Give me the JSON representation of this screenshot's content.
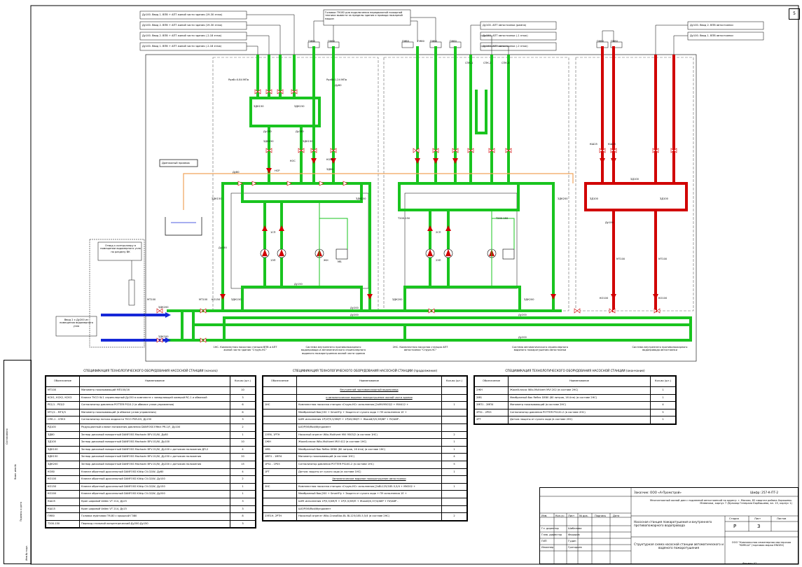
{
  "page_number": "5",
  "top_left_labels": [
    "Ду100. Ввод 1. ВПВ + АПТ жилой части здания (19-30 этаж)",
    "Ду100. Ввод 2. ВПВ + АПТ жилой части здания (19-30 этаж)",
    "Ду100. Ввод 2. ВПВ + АПТ жилой части здания (-2-18 этаж)",
    "Ду100. Ввод 1. ВПВ + АПТ жилой части здания (-2-18 этаж)"
  ],
  "center_note": "Головки ГМ-80 для подключения передвижной пожарной техники вывести за пределы здания и провода пожарной машин",
  "top_right_labels": [
    "Ду100. АПТ автостоянки (рампа)",
    "Ду150. АПТ автостоянки (-1 этаж)",
    "Ду150. АПТ автостоянки (-2 этаж)"
  ],
  "far_right_labels": [
    "Ду100. Ввод 2. ВПВ автостоянки",
    "Ду100. Ввод 1. ВПВ автостоянки"
  ],
  "drain_label": "Дренажный приямок",
  "outflow_note": "Отвод к контроллеру в помещении водомерного узла по разделу ВК",
  "inlet_note": "Ввод 2 х Ду200 из помещения водомерного узла",
  "pressure_labels": [
    "Рраб=0.84 МПа",
    "Рраб=1.24 МПа"
  ],
  "captions": [
    "1НС. Комплектная насосная станция ВПВ и АПТ жилой части здания \"Струм-НС\"",
    "Система внутреннего противопожарного водопровода и автоматического спринклерного водяного пожаротушения жилой части здания",
    "2НС. Комплектная насосная станция АПТ автостоянки \"Струм-НС\"",
    "Система автоматического спринклерного водяного пожаротушения автостоянки",
    "Система внутреннего противопожарного водопровода автостоянки"
  ],
  "pipe_labels": [
    "ЗДК150",
    "ЗДК150",
    "Ду150",
    "Ду150",
    "ЗДК150",
    "ЗДК150",
    "КОС",
    "НСР",
    "Ду80",
    "Ду200",
    "Ду200",
    "Ду200",
    "Ду200",
    "Ду150",
    "МТ100",
    "МТ100",
    "КО150",
    "ЗДК150",
    "ЗДК200",
    "ЗДК200",
    "ЗДК200",
    "ЗДК150",
    "Ду150",
    "КО80",
    "ЗД80",
    "Ду80",
    "ЗДК150",
    "МТ100",
    "МТ100",
    "КО100",
    "КО100",
    "ЗД100",
    "ЗД100",
    "ЗД100",
    "Ду100",
    "КШ25",
    "КШ25",
    "ЗДК200",
    "ЗДК200",
    "Т200-150",
    "Т200-150",
    "1СП",
    "2СП",
    "1ЭП",
    "2ЭП",
    "ЖН",
    "МБ",
    "ГМ80",
    "ГМ80",
    "ГМ80",
    "ГМ80",
    "ГМ80",
    "ГМ80",
    "ГМ80",
    "ГМ80",
    "СПК-1",
    "СПК-2",
    "СПК-3"
  ],
  "colors": {
    "green": "#19c41f",
    "red": "#d10000",
    "blue": "#1628d8",
    "orange": "#f0a45a",
    "black": "#000000"
  },
  "spec1": {
    "title": "СПЕЦИФИКАЦИЯ ТЕХНОЛОГИЧЕСКОГО ОБОРУДОВАНИЯ НАСОСНОЙ СТАНЦИИ (начало)",
    "headers": [
      "Обозначение",
      "Наименование",
      "Кол-во (шт.)"
    ],
    "rows": [
      [
        "МТ100",
        "Манометр показывающий МП100/16",
        "10"
      ],
      [
        "КСК1, КСК2, КСК3",
        "Клапан ТУСО W-1 спринклерный Ду150 в комплекте с замедляющей камерой RC-1 и обвязкой",
        "3"
      ],
      [
        "PS1/1 - PS3/2",
        "Сигнализатор давления POTTER PS10-2 (в обвязке узлов управления)",
        "6"
      ],
      [
        "МТ1/1 - МТ3/3",
        "Манометр показывающий (в обвязке узлов управления)",
        "6"
      ],
      [
        "СПК-1 - СПК3",
        "Сигнализатор потока жидкости ТУСО PSR-D3, Ду150",
        "3"
      ],
      [
        "РД100",
        "Редукционный клапан понижения давления DANFOSS Effect PR-1/F, Ду100",
        "2"
      ],
      [
        "ЗД80",
        "Затвор дисковый поворотный DANFOSS Machazin BFV-01/W, Ду80",
        "1"
      ],
      [
        "ЗД100",
        "Затвор дисковый поворотный DANFOSS Machazin BFV-01/W, Ду100",
        "10"
      ],
      [
        "ЗДК100",
        "Затвор дисковый поворотный DANFOSS Machazin BFV-01/W, Ду100 с датчиком положения ДП-2",
        "4"
      ],
      [
        "ЗДК150",
        "Затвор дисковый поворотный DANFOSS Machazin BFV-01/W, Ду150 с датчиком положения",
        "20"
      ],
      [
        "ЗДК200",
        "Затвор дисковый поворотный DANFOSS Machazin BFV-01/W, Ду200 с датчиком положения",
        "15"
      ],
      [
        "КО80",
        "Клапан обратный дроссельный DANFOSS Klikip CV-02/W, Ду80",
        "4"
      ],
      [
        "КО100",
        "Клапан обратный дроссельный DANFOSS Klikip CV-02/W, Ду100",
        "2"
      ],
      [
        "КО150",
        "Клапан обратный дроссельный DANFOSS Klikip CV-02/W, Ду150",
        "1"
      ],
      [
        "КО200",
        "Клапан обратный дроссельный DANFOSS Klikip CV-02/W, Ду200",
        "1"
      ],
      [
        "КШ25",
        "Кран шаровой Valtec VT 214, Ду25",
        "3"
      ],
      [
        "КШ15",
        "Кран шаровой Valtec VT 214, Ду15",
        "3"
      ],
      [
        "ГМ80",
        "Головка муфтовая ГМ-80 с крышкой ГЗ80",
        "8"
      ],
      [
        "Т200-150",
        "Переход стальной концентрический Ду200-Ду150",
        "3"
      ]
    ]
  },
  "spec2": {
    "title": "СПЕЦИФИКАЦИЯ ТЕХНОЛОГИЧЕСКОГО ОБОРУДОВАНИЯ НАСОСНОЙ СТАНЦИИ (продолжение)",
    "headers": [
      "Обозначение",
      "Наименование",
      "Кол-во (шт.)"
    ],
    "rows": [
      [
        "",
        "Внутренний противопожарный водопровод",
        ""
      ],
      [
        "",
        "и автоматическое водяное пожаротушение жилой части здания",
        ""
      ],
      [
        "1НС",
        "Комплектная насосная станция «Струм-НС» исполнения [2xMVI9503/2 + MVI412 +",
        "1"
      ],
      [
        "",
        "Мембранный бак(150 + SmartFly + Защита от сухого хода + ПУ исполнения 1Е +",
        ""
      ],
      [
        "",
        "ШУК исполнения 1Р/1Р/5,5/3М/П + 1Р/45/3М/П + Жокей/3/5,5М/ВР + ПУ/АВР -",
        ""
      ],
      [
        "",
        "ШЛ/Р/56/Rod/Фундамент",
        ""
      ],
      [
        "1ЭП6, 1РТН",
        "Насосный агрегат Wilo-Multivert MVI 9503/2 (в составе 1НС)",
        "2"
      ],
      [
        "1ЖН",
        "Жокей-насос Wilo-Multivert MVI 412 (в составе 1НС)",
        "1"
      ],
      [
        "1МБ",
        "Мембранный бак Reflex DE80 (80 литров, 16 Атм) (в составе 1НС)",
        "1"
      ],
      [
        "1МП1 - 1МП4",
        "Манометр показывающий (в составе 1НС)",
        "4"
      ],
      [
        "1PS1 - 1PS5",
        "Сигнализатор давления POTTER PS100-2 (в составе 1НС)",
        "5"
      ],
      [
        "1РТ",
        "Датчик защиты от сухого хода (в составе 1НС)",
        "1"
      ],
      [
        "",
        "Автоматическое водяное пожаротушение автостоянки",
        ""
      ],
      [
        "2НС",
        "Комплектная насосная станция «Струм-НС» исполнения [2xBL125/185-5,5/4 + MXO02 +",
        "1"
      ],
      [
        "",
        "Мембранный бак(200 + SmartFly + Защита от сухого хода + ПУ исполнения 1Е +",
        ""
      ],
      [
        "",
        "ШУК исполнения 1Р/5,5/3М/П + 1Р/5,5/3М/П + Жокей/0,37/3/АВР + ПУ/АВР -",
        ""
      ],
      [
        "",
        "ШЛ/Р/56/Rod/Фундамент",
        ""
      ],
      [
        "2ЭП1Н, 2РТН",
        "Насосный агрегат Wilo-CronoBloc-BL BL125/185-5,5/4 (в составе 2НС)",
        "2"
      ]
    ]
  },
  "spec3": {
    "title": "СПЕЦИФИКАЦИЯ ТЕХНОЛОГИЧЕСКОГО ОБОРУДОВАНИЯ НАСОСНОЙ СТАНЦИИ (окончание)",
    "headers": [
      "Обозначение",
      "Наименование",
      "Кол-во (шт.)"
    ],
    "rows": [
      [
        "2ЖН",
        "Жокей-насос Wilo-Multivert MVI 202 (в составе 2НС)",
        "1"
      ],
      [
        "2МБ",
        "Мембранный бак Reflex DE80 (80 литров, 16 Атм) (в составе 2НС)",
        "1"
      ],
      [
        "2МП1 - 2МП4",
        "Манометр показывающий (в составе 2НС)",
        "4"
      ],
      [
        "2PS1 - 2PS5",
        "Сигнализатор давления POTTER PS120-2 (в составе 2НС)",
        "5"
      ],
      [
        "2РТ",
        "Датчик защиты от сухого хода (в составе 2НС)",
        "1"
      ]
    ]
  },
  "title_block": {
    "customer": "Заказчик: ООО «А-Промстрой»",
    "code": "Шифр: 257-К-ПТ-2",
    "object": "Многоэтажный жилой дом с подземной автостоянкой по адресу: г. Москва, 82 квартал района Хорошево-Мневники, корпус 7 (бульвар Генерала Карбышева, вл. 15, корпус 1)",
    "section": "Насосная станция пожаротушения и внутреннего противопожарного водопровода",
    "sheet_title": "Структурная схема насосной станции автоматического и водяного пожаротушения",
    "company": "ООО \"Комплексная инженерная мастерская \"КИМ-Ш\" (торговая марка ENGEX)",
    "stage_label": "Стадия",
    "sheet_label": "Лист",
    "sheets_label": "Листов",
    "stage": "Р",
    "sheet": "3",
    "format": "Формат А2",
    "col_headers": [
      "Изм.",
      "Кол.уч",
      "Лист",
      "№ док.",
      "Подпись",
      "Дата"
    ],
    "roles": [
      "Гл. директор",
      "Глав. директор",
      "ГИП",
      "Инженер"
    ],
    "names": [
      "Шибанова",
      "Федоров",
      "Гудин",
      "Григорьев"
    ]
  },
  "sidebar_labels": [
    "Согласовано",
    "Взам. инв.№",
    "Подпись и дата",
    "Инв.№ подл."
  ]
}
